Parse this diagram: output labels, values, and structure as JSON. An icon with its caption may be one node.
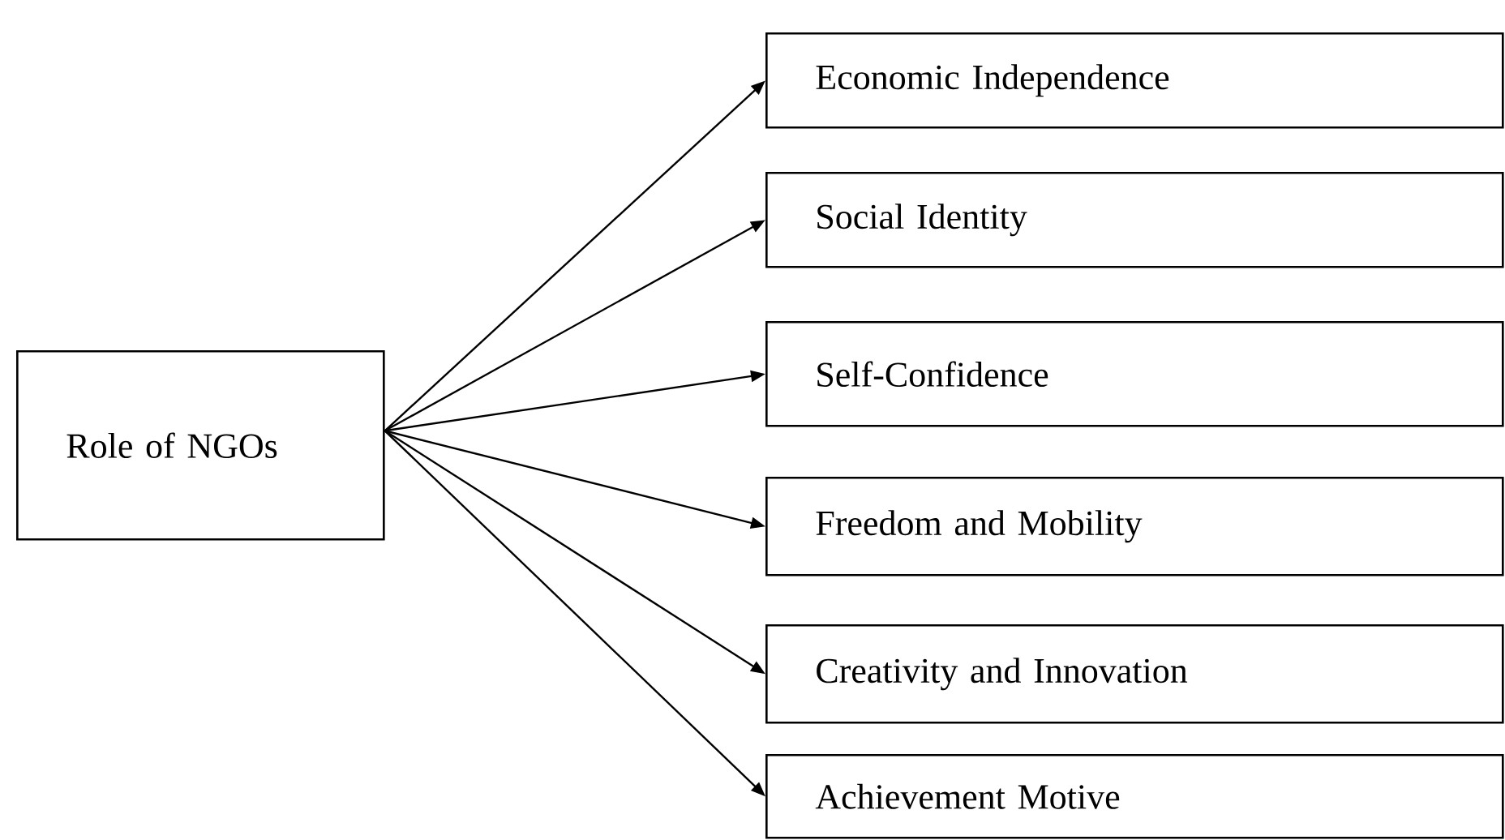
{
  "diagram": {
    "nodes": [
      {
        "text": [
          "Role of NGOs"
        ]
      },
      {
        "text": [
          "Economic Independence"
        ]
      },
      {
        "text": [
          "Social Identity"
        ]
      },
      {
        "text": [
          "Self-Confidence"
        ]
      },
      {
        "text": [
          "Freedom and Mobility"
        ]
      },
      {
        "text": [
          "Creativity and Innovation"
        ]
      },
      {
        "text": [
          "Achievement Motive"
        ]
      }
    ],
    "edges": [
      {
        "from": 0,
        "to": 1,
        "arrow": "to"
      },
      {
        "from": 0,
        "to": 2,
        "arrow": "to"
      },
      {
        "from": 0,
        "to": 3,
        "arrow": "to"
      },
      {
        "from": 0,
        "to": 4,
        "arrow": "to"
      },
      {
        "from": 0,
        "to": 5,
        "arrow": "to"
      },
      {
        "from": 0,
        "to": 6,
        "arrow": "to"
      }
    ]
  }
}
